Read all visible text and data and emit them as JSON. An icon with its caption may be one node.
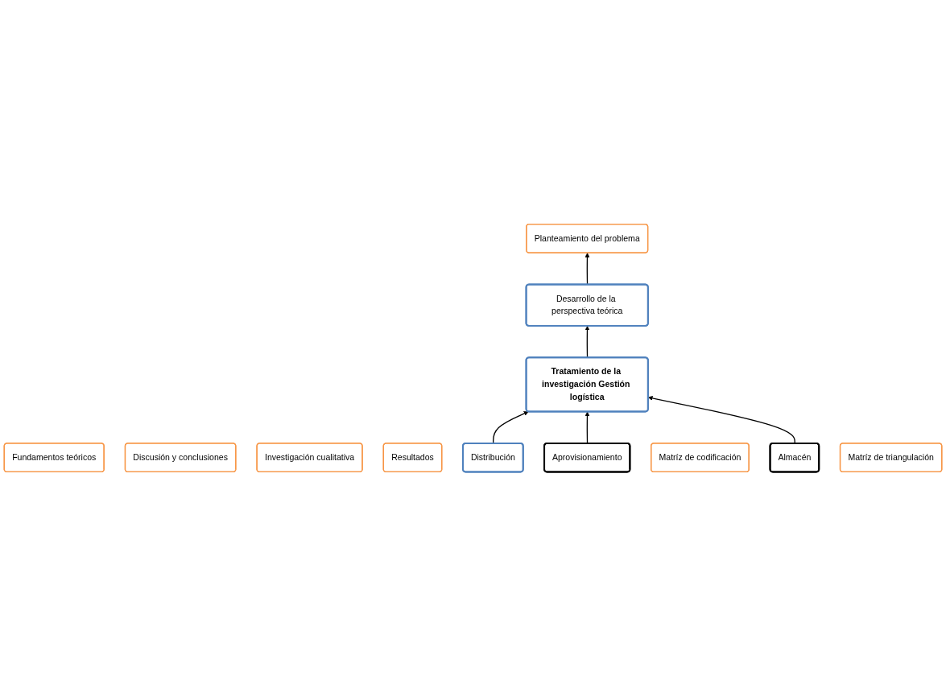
{
  "diagram": {
    "nodes": [
      {
        "text": [
          "Planteamiento del problema"
        ]
      },
      {
        "text": [
          "Fundamentos teóricos"
        ]
      },
      {
        "text": [
          "Discusión y conclusiones"
        ]
      },
      {
        "text": [
          "Desarrollo de la perspectiva teórica"
        ]
      },
      {
        "text": [
          "Investigación cualitativa"
        ]
      },
      {
        "text": [
          "Resultados"
        ]
      },
      {
        "text": [
          "Tratamiento de la investigación Gestión logística"
        ]
      },
      {
        "text": [
          "Aprovisionamiento"
        ]
      },
      {
        "text": [
          "Almacén"
        ]
      },
      {
        "text": [
          "Matríz de codificación"
        ]
      },
      {
        "text": [
          "Distribución"
        ]
      },
      {
        "text": [
          "Matríz de triangulación"
        ]
      }
    ],
    "edges": [
      {
        "from": 10,
        "to": 6,
        "arrow": "to"
      },
      {
        "from": 6,
        "to": 3,
        "arrow": "to"
      },
      {
        "from": 3,
        "to": 0,
        "arrow": "to"
      },
      {
        "from": 7,
        "to": 6,
        "arrow": "to"
      },
      {
        "from": 8,
        "to": 6,
        "arrow": "to"
      }
    ]
  }
}
